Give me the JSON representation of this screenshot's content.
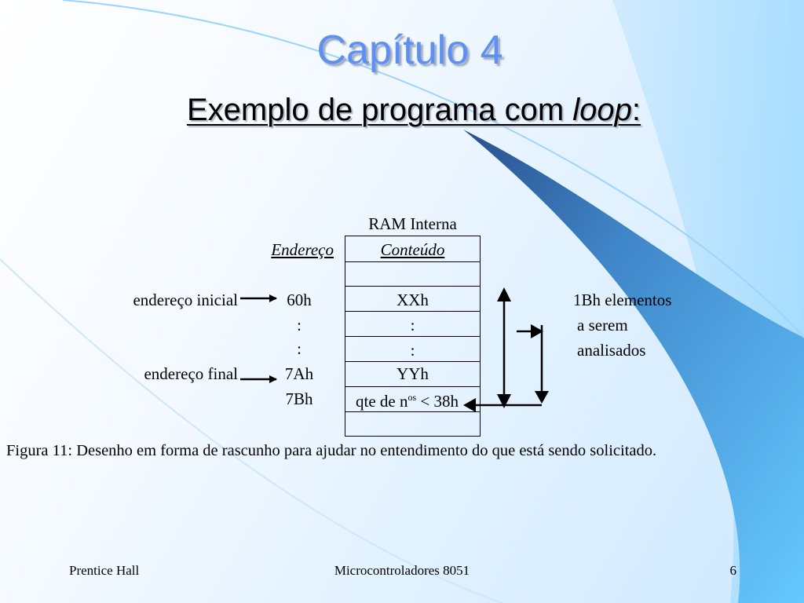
{
  "slide": {
    "title": "Capítulo 4",
    "subtitle_prefix": "Exemplo de programa com ",
    "subtitle_italic": "loop",
    "subtitle_suffix": ":"
  },
  "diagram": {
    "ram_title": "RAM Interna",
    "address_header": "Endereço",
    "content_header": "Conteúdo",
    "start_label": "endereço inicial",
    "end_label": "endereço final",
    "addresses": [
      "60h",
      ":",
      ":",
      "7Ah",
      "7Bh"
    ],
    "contents": [
      "",
      "XXh",
      ":",
      ":",
      "YYh",
      "",
      ""
    ],
    "content_last_prefix": "qte de n",
    "content_last_sup": "os",
    "content_last_suffix": " < 38h",
    "count_line1": "1Bh elementos",
    "count_line2": "a serem",
    "count_line3": "analisados"
  },
  "caption": "Figura 11: Desenho em forma de rascunho para ajudar no entendimento do que está sendo solicitado.",
  "footer": {
    "left": "Prentice Hall",
    "center": "Microcontroladores 8051",
    "page": "6"
  }
}
